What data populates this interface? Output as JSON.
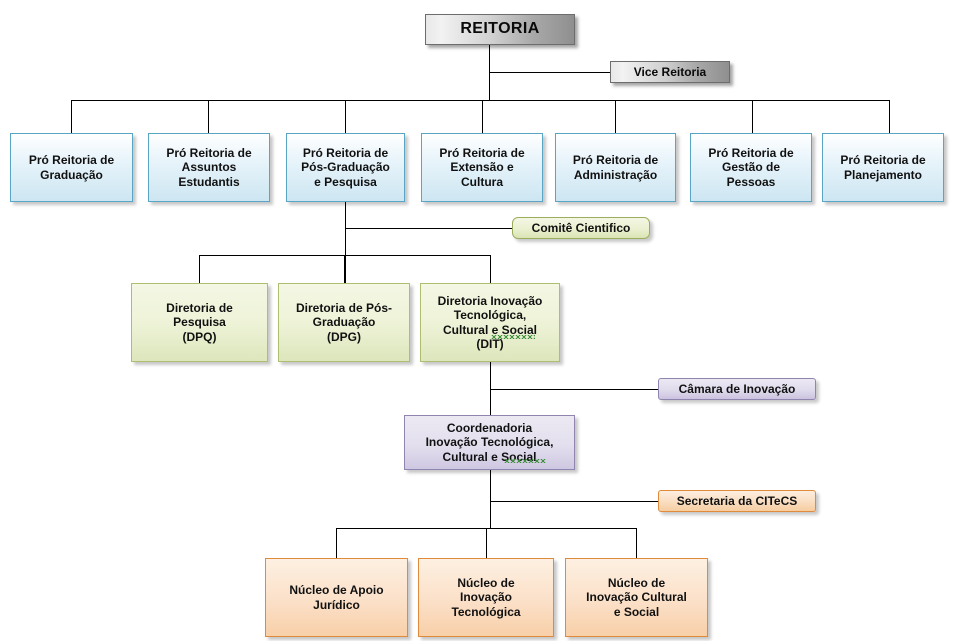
{
  "diagram": {
    "title": "Organograma da Reitoria",
    "colors": {
      "reitoria": "#a9a9a9",
      "pro_reitoria": "#cde6f2",
      "diretoria": "#dde6bc",
      "coordenadoria": "#cfc8e2",
      "nucleo": "#f8cfa8",
      "connector": "#000000",
      "squiggle": "#3f8f3f"
    },
    "levels": {
      "reitoria": {
        "label": "REITORIA",
        "vice": "Vice Reitoria"
      },
      "pro_reitorias": [
        {
          "label": "Pró Reitoria de\nGraduação"
        },
        {
          "label": "Pró Reitoria de\nAssuntos\nEstudantis"
        },
        {
          "label": "Pró Reitoria de\nPós-Graduação\ne Pesquisa"
        },
        {
          "label": "Pró Reitoria de\nExtensão e\nCultura"
        },
        {
          "label": "Pró Reitoria de\nAdministração"
        },
        {
          "label": "Pró Reitoria de\nGestão de\nPessoas"
        },
        {
          "label": "Pró Reitoria de\nPlanejamento"
        }
      ],
      "comite": {
        "label": "Comitê Cientifico"
      },
      "diretorias": [
        {
          "label": "Diretoria de\nPesquisa\n(DPQ)"
        },
        {
          "label": "Diretoria de Pós-\nGraduação\n(DPG)"
        },
        {
          "label": "Diretoria Inovação\nTecnológica,\nCultural e Social\n(DIT)"
        }
      ],
      "camara": {
        "label": "Câmara de Inovação"
      },
      "coordenadoria": {
        "label": "Coordenadoria\nInovação Tecnológica,\nCultural e Social"
      },
      "secretaria": {
        "label": "Secretaria da CITeCS"
      },
      "nucleos": [
        {
          "label": "Núcleo de Apoio\nJurídico"
        },
        {
          "label": "Núcleo de\nInovação\nTecnológica"
        },
        {
          "label": "Núcleo de\nInovação Cultural\ne Social"
        }
      ]
    }
  }
}
